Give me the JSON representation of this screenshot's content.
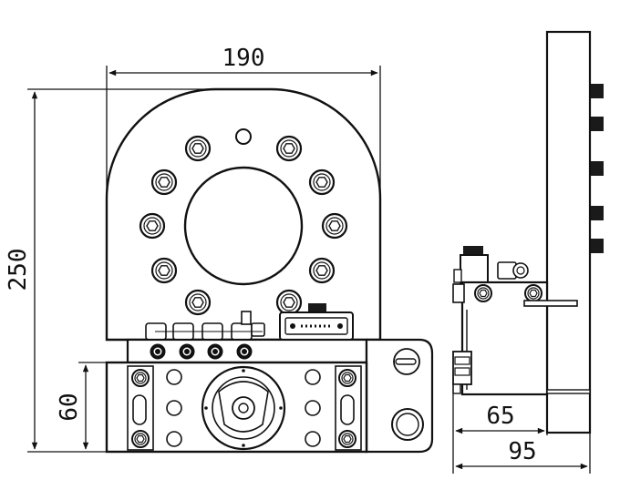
{
  "dimensions": {
    "width_top": "190",
    "height_total": "250",
    "height_base": "60",
    "side_inner": "65",
    "side_outer": "95"
  },
  "colors": {
    "line": "#111111",
    "fill": "#ffffff",
    "dark": "#1a1a1a",
    "mid": "#d8d8d8"
  }
}
